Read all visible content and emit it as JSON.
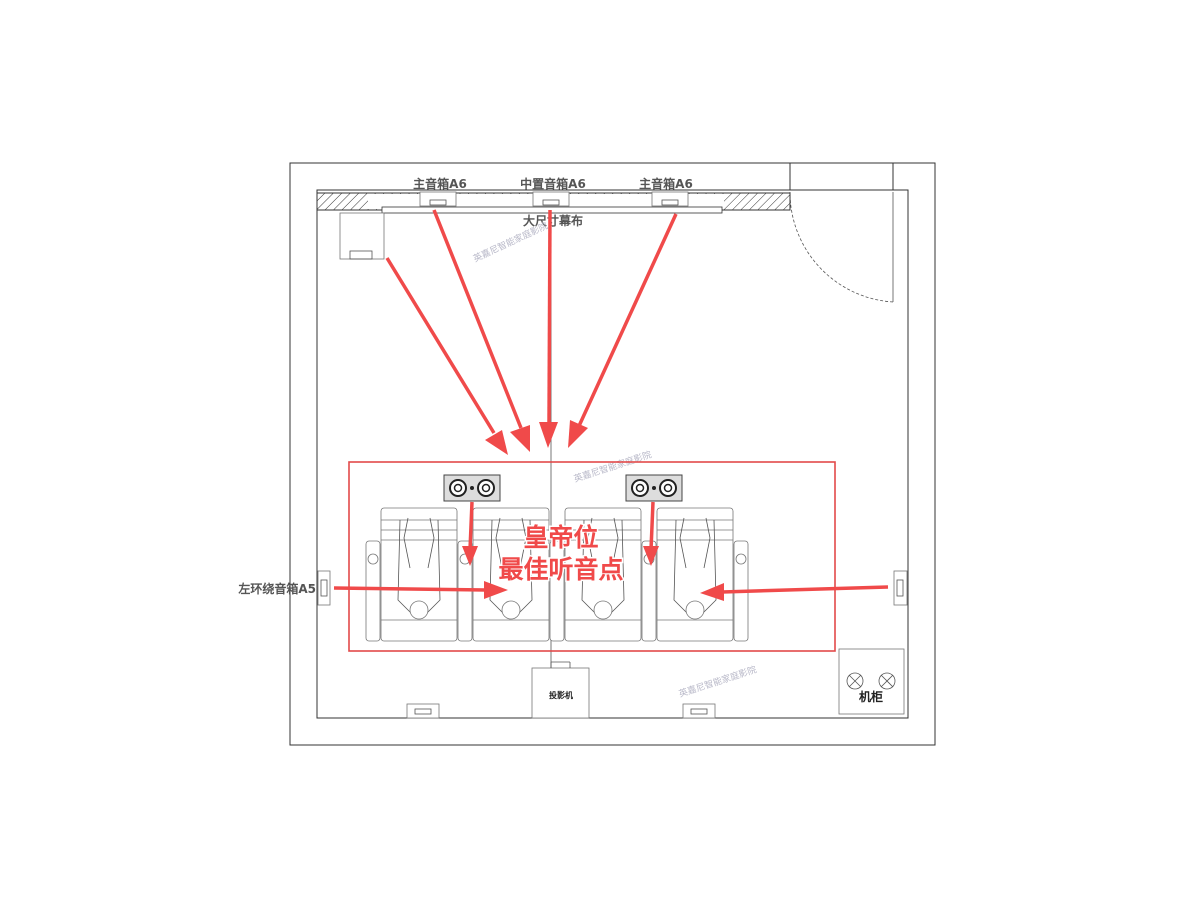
{
  "labels": {
    "front_left_speaker": "主音箱A6",
    "center_speaker": "中置音箱A6",
    "front_right_speaker": "主音箱A6",
    "screen": "大尺寸幕布",
    "left_surround": "左环绕音箱A5",
    "projector": "投影机",
    "cabinet": "机柜",
    "sweet_spot_line1": "皇帝位",
    "sweet_spot_line2": "最佳听音点"
  },
  "watermark": "英嘉尼智能家庭影院",
  "colors": {
    "arrow": "#f04a4a",
    "highlight_box": "#e24a4a",
    "wall": "#333333"
  }
}
